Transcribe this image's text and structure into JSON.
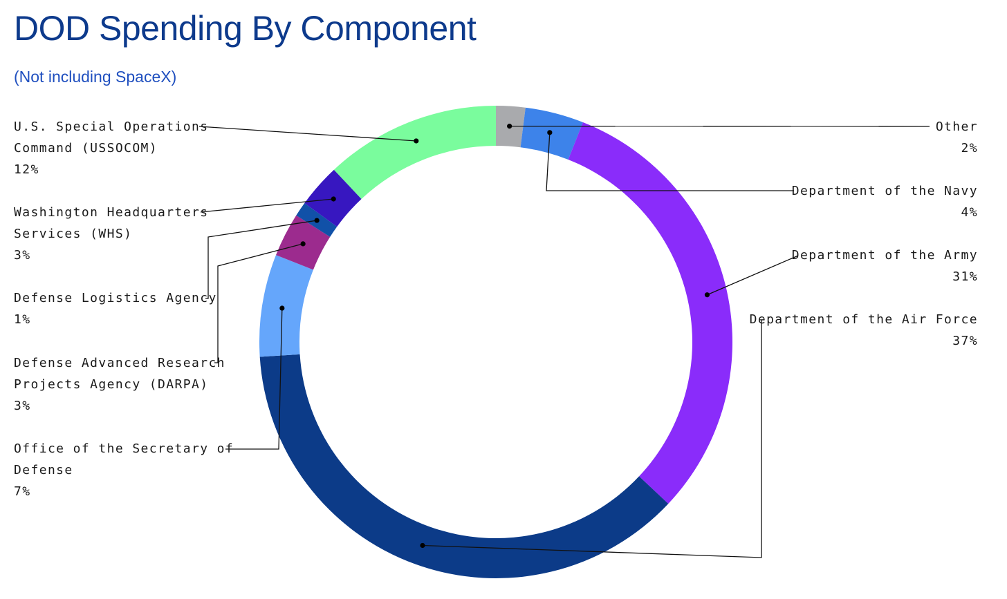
{
  "title": "DOD Spending By Component",
  "subtitle": "(Not including SpaceX)",
  "chart_data": {
    "type": "pie",
    "donut": true,
    "title": "DOD Spending By Component",
    "subtitle": "(Not including SpaceX)",
    "start": "12 o'clock, clockwise",
    "slices": [
      {
        "name": "Other",
        "value": 2,
        "label": "2%",
        "color": "#a9aaad"
      },
      {
        "name": "Department of the Navy",
        "value": 4,
        "label": "4%",
        "color": "#3d83ea"
      },
      {
        "name": "Department of the Army",
        "value": 31,
        "label": "31%",
        "color": "#8a2cfa"
      },
      {
        "name": "Department of the Air Force",
        "value": 37,
        "label": "37%",
        "color": "#0c3b88"
      },
      {
        "name": "Office of the Secretary of Defense",
        "value": 7,
        "label": "7%",
        "color": "#65a6fb"
      },
      {
        "name": "Defense Advanced Research Projects Agency (DARPA)",
        "value": 3,
        "label": "3%",
        "color": "#9c2b8e"
      },
      {
        "name": "Defense Logistics Agency",
        "value": 1,
        "label": "1%",
        "color": "#1151a8"
      },
      {
        "name": "Washington Headquarters Services (WHS)",
        "value": 3,
        "label": "3%",
        "color": "#3717c0"
      },
      {
        "name": "U.S. Special Operations Command (USSOCOM)",
        "value": 12,
        "label": "12%",
        "color": "#7afc9d"
      }
    ],
    "label_lines": {
      "Other": [
        "Other"
      ],
      "Department of the Navy": [
        "Department of the Navy"
      ],
      "Department of the Army": [
        "Department of the Army"
      ],
      "Department of the Air Force": [
        "Department of the Air Force"
      ],
      "Office of the Secretary of Defense": [
        "Office of the Secretary of",
        "Defense"
      ],
      "Defense Advanced Research Projects Agency (DARPA)": [
        "Defense Advanced Research",
        "Projects Agency (DARPA)"
      ],
      "Defense Logistics Agency": [
        "Defense Logistics Agency"
      ],
      "Washington Headquarters Services (WHS)": [
        "Washington Headquarters",
        "Services (WHS)"
      ],
      "U.S. Special Operations Command (USSOCOM)": [
        "U.S. Special Operations",
        "Command (USSOCOM)"
      ]
    }
  }
}
